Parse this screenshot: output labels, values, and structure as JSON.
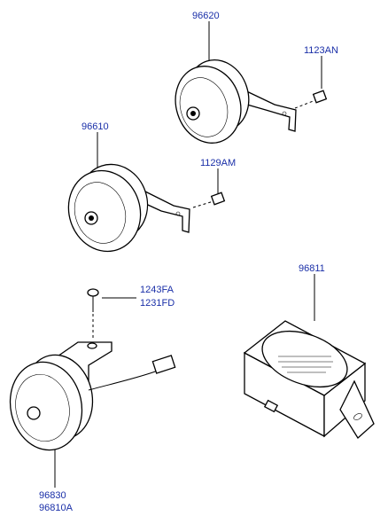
{
  "parts": {
    "p96620": "96620",
    "p1123AN": "1123AN",
    "p96610": "96610",
    "p1129AM": "1129AM",
    "p96811": "96811",
    "p1243FA": "1243FA",
    "p1231FD": "1231FD",
    "p96830": "96830",
    "p96810A": "96810A"
  }
}
